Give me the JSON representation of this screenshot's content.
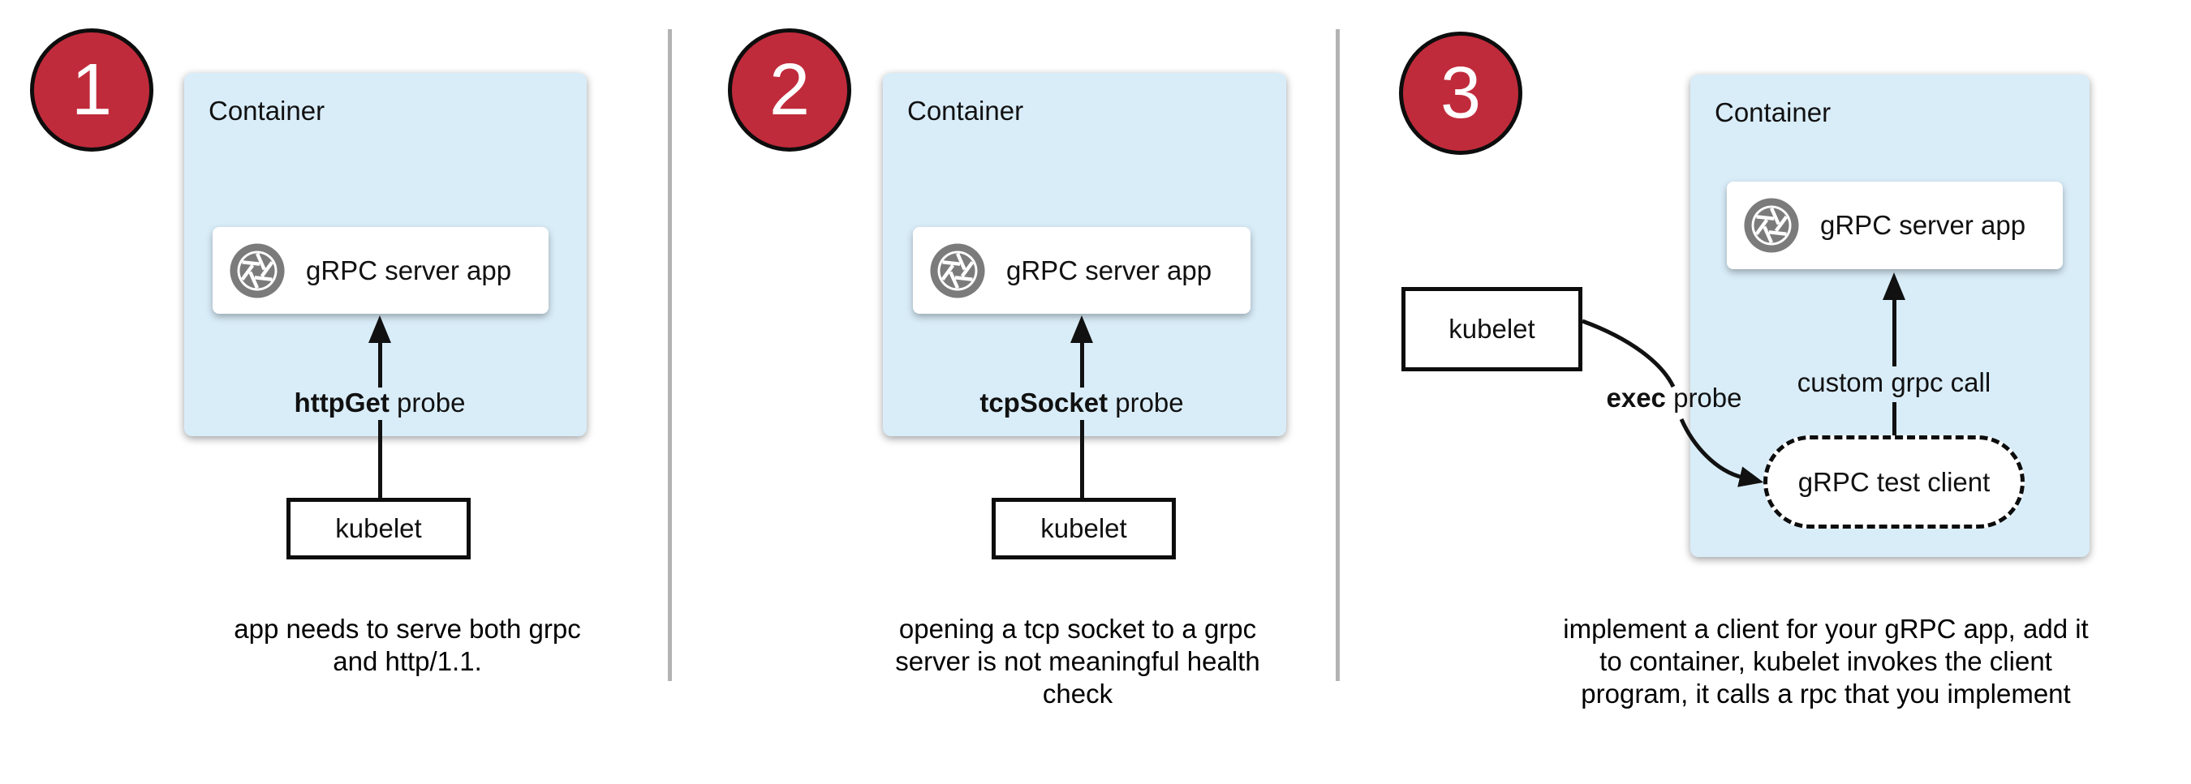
{
  "colors": {
    "accent_red": "#c02b3b",
    "container_blue": "#d9edf9",
    "icon_gray": "#7b7b7b",
    "divider_gray": "#b3b3b3",
    "line_black": "#111111"
  },
  "panels": [
    {
      "number": "1",
      "container_label": "Container",
      "app_card": {
        "icon": "aperture-icon",
        "label": "gRPC server app"
      },
      "probe": {
        "bold": "httpGet",
        "rest": " probe"
      },
      "kubelet_label": "kubelet",
      "caption": "app needs to serve both grpc\nand http/1.1."
    },
    {
      "number": "2",
      "container_label": "Container",
      "app_card": {
        "icon": "aperture-icon",
        "label": "gRPC server app"
      },
      "probe": {
        "bold": "tcpSocket",
        "rest": " probe"
      },
      "kubelet_label": "kubelet",
      "caption": "opening a tcp socket to a grpc\nserver is not meaningful health\ncheck"
    },
    {
      "number": "3",
      "container_label": "Container",
      "app_card": {
        "icon": "aperture-icon",
        "label": "gRPC server app"
      },
      "probe": {
        "bold": "exec",
        "rest": " probe"
      },
      "kubelet_label": "kubelet",
      "custom_call_label": "custom grpc call",
      "test_client_label": "gRPC test client",
      "caption": "implement a client for your gRPC app, add it\nto container, kubelet invokes the client\nprogram, it calls a rpc that you implement"
    }
  ]
}
